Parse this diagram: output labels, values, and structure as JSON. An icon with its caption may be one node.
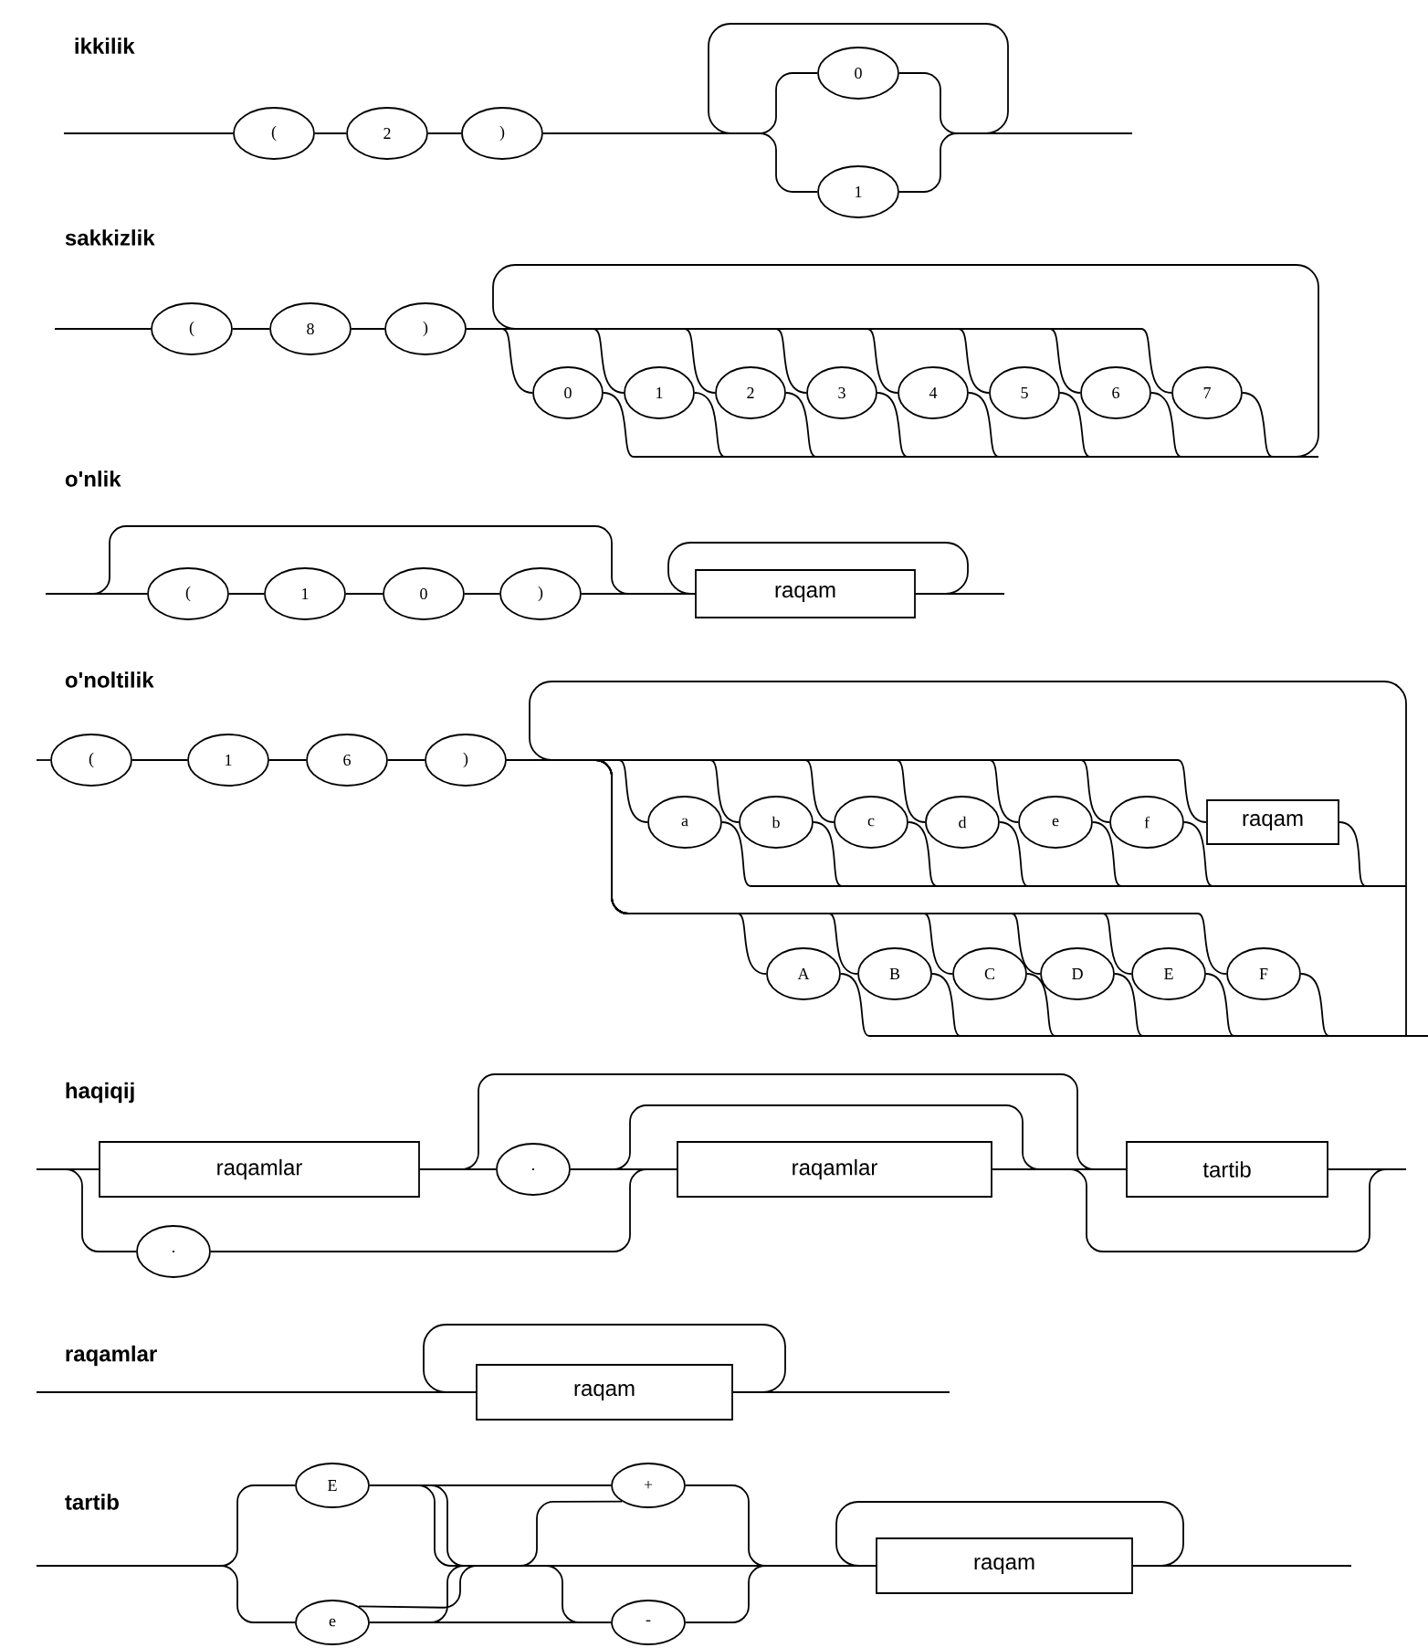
{
  "diagram": {
    "nodes": [
      {
        "text": [
          "("
        ]
      },
      {
        "text": [
          "2"
        ]
      },
      {
        "text": [
          ")"
        ]
      },
      {
        "text": [
          "0"
        ]
      },
      {
        "text": [
          "1"
        ]
      },
      {
        "text": [
          "("
        ]
      },
      {
        "text": [
          "8"
        ]
      },
      {
        "text": [
          ")"
        ]
      },
      {
        "text": [
          "0"
        ]
      },
      {
        "text": [
          "1"
        ]
      },
      {
        "text": [
          "2"
        ]
      },
      {
        "text": [
          "3"
        ]
      },
      {
        "text": [
          "4"
        ]
      },
      {
        "text": [
          "5"
        ]
      },
      {
        "text": [
          "6"
        ]
      },
      {
        "text": [
          "7"
        ]
      },
      {
        "text": [
          "("
        ]
      },
      {
        "text": [
          "1"
        ]
      },
      {
        "text": [
          "0"
        ]
      },
      {
        "text": [
          ")"
        ]
      },
      {
        "text": [
          "raqam"
        ]
      },
      {
        "text": [
          "("
        ]
      },
      {
        "text": [
          "1"
        ]
      },
      {
        "text": [
          "6"
        ]
      },
      {
        "text": [
          ")"
        ]
      },
      {
        "text": [
          "a"
        ]
      },
      {
        "text": [
          "b"
        ]
      },
      {
        "text": [
          "c"
        ]
      },
      {
        "text": [
          "d"
        ]
      },
      {
        "text": [
          "e"
        ]
      },
      {
        "text": [
          "f"
        ]
      },
      {
        "text": [
          "raqam"
        ]
      },
      {
        "text": [
          "A"
        ]
      },
      {
        "text": [
          "B"
        ]
      },
      {
        "text": [
          "C"
        ]
      },
      {
        "text": [
          "D"
        ]
      },
      {
        "text": [
          "E"
        ]
      },
      {
        "text": [
          "F"
        ]
      },
      {
        "text": [
          "raqamlar"
        ]
      },
      {
        "text": [
          "."
        ]
      },
      {
        "text": [
          "raqamlar"
        ]
      },
      {
        "text": [
          "tartib"
        ]
      },
      {
        "text": [
          "."
        ]
      },
      {
        "text": [
          "raqam"
        ]
      },
      {
        "text": [
          "E"
        ]
      },
      {
        "text": [
          "e"
        ]
      },
      {
        "text": [
          "+"
        ]
      },
      {
        "text": [
          "-"
        ]
      },
      {
        "text": [
          "raqam"
        ]
      }
    ],
    "edges": [
      {
        "from": null,
        "to": 0,
        "arrow": "none"
      },
      {
        "from": 0,
        "to": 1,
        "arrow": "none"
      },
      {
        "from": 1,
        "to": 2,
        "arrow": "none"
      },
      {
        "from": 2,
        "to": 3,
        "arrow": "none"
      },
      {
        "from": 2,
        "to": 4,
        "arrow": "none"
      },
      {
        "from": 3,
        "to": null,
        "arrow": "none"
      },
      {
        "from": 4,
        "to": null,
        "arrow": "none"
      },
      {
        "from": null,
        "to": 5,
        "arrow": "none"
      },
      {
        "from": 5,
        "to": 6,
        "arrow": "none"
      },
      {
        "from": 6,
        "to": 7,
        "arrow": "none"
      },
      {
        "from": 7,
        "to": 8,
        "arrow": "none"
      },
      {
        "from": 7,
        "to": 9,
        "arrow": "none"
      },
      {
        "from": 7,
        "to": 10,
        "arrow": "none"
      },
      {
        "from": 7,
        "to": 11,
        "arrow": "none"
      },
      {
        "from": 7,
        "to": 12,
        "arrow": "none"
      },
      {
        "from": 7,
        "to": 13,
        "arrow": "none"
      },
      {
        "from": 7,
        "to": 14,
        "arrow": "none"
      },
      {
        "from": 7,
        "to": 15,
        "arrow": "none"
      },
      {
        "from": 8,
        "to": null,
        "arrow": "none"
      },
      {
        "from": 9,
        "to": null,
        "arrow": "none"
      },
      {
        "from": 10,
        "to": null,
        "arrow": "none"
      },
      {
        "from": 11,
        "to": null,
        "arrow": "none"
      },
      {
        "from": 12,
        "to": null,
        "arrow": "none"
      },
      {
        "from": 13,
        "to": null,
        "arrow": "none"
      },
      {
        "from": 14,
        "to": null,
        "arrow": "none"
      },
      {
        "from": 15,
        "to": null,
        "arrow": "none"
      },
      {
        "from": null,
        "to": 16,
        "arrow": "none"
      },
      {
        "from": 16,
        "to": 17,
        "arrow": "none"
      },
      {
        "from": 17,
        "to": 18,
        "arrow": "none"
      },
      {
        "from": 18,
        "to": 19,
        "arrow": "none"
      },
      {
        "from": 19,
        "to": 20,
        "arrow": "none"
      },
      {
        "from": null,
        "to": 20,
        "arrow": "none"
      },
      {
        "from": 20,
        "to": null,
        "arrow": "none"
      },
      {
        "from": null,
        "to": 21,
        "arrow": "none"
      },
      {
        "from": 21,
        "to": 22,
        "arrow": "none"
      },
      {
        "from": 22,
        "to": 23,
        "arrow": "none"
      },
      {
        "from": 23,
        "to": 24,
        "arrow": "none"
      },
      {
        "from": 24,
        "to": 25,
        "arrow": "none"
      },
      {
        "from": 24,
        "to": 26,
        "arrow": "none"
      },
      {
        "from": 24,
        "to": 27,
        "arrow": "none"
      },
      {
        "from": 24,
        "to": 28,
        "arrow": "none"
      },
      {
        "from": 24,
        "to": 29,
        "arrow": "none"
      },
      {
        "from": 24,
        "to": 30,
        "arrow": "none"
      },
      {
        "from": 24,
        "to": 31,
        "arrow": "none"
      },
      {
        "from": 24,
        "to": 32,
        "arrow": "none"
      },
      {
        "from": 24,
        "to": 33,
        "arrow": "none"
      },
      {
        "from": 24,
        "to": 34,
        "arrow": "none"
      },
      {
        "from": 24,
        "to": 35,
        "arrow": "none"
      },
      {
        "from": 24,
        "to": 36,
        "arrow": "none"
      },
      {
        "from": 24,
        "to": 37,
        "arrow": "none"
      },
      {
        "from": 25,
        "to": null,
        "arrow": "none"
      },
      {
        "from": 26,
        "to": null,
        "arrow": "none"
      },
      {
        "from": 27,
        "to": null,
        "arrow": "none"
      },
      {
        "from": 28,
        "to": null,
        "arrow": "none"
      },
      {
        "from": 29,
        "to": null,
        "arrow": "none"
      },
      {
        "from": 30,
        "to": null,
        "arrow": "none"
      },
      {
        "from": 31,
        "to": null,
        "arrow": "none"
      },
      {
        "from": 32,
        "to": null,
        "arrow": "none"
      },
      {
        "from": 33,
        "to": null,
        "arrow": "none"
      },
      {
        "from": 34,
        "to": null,
        "arrow": "none"
      },
      {
        "from": 35,
        "to": null,
        "arrow": "none"
      },
      {
        "from": 36,
        "to": null,
        "arrow": "none"
      },
      {
        "from": 37,
        "to": null,
        "arrow": "none"
      },
      {
        "from": null,
        "to": 38,
        "arrow": "none"
      },
      {
        "from": null,
        "to": 42,
        "arrow": "none"
      },
      {
        "from": 38,
        "to": 39,
        "arrow": "none"
      },
      {
        "from": 38,
        "to": 41,
        "arrow": "none"
      },
      {
        "from": 39,
        "to": 40,
        "arrow": "none"
      },
      {
        "from": 39,
        "to": 41,
        "arrow": "none"
      },
      {
        "from": 42,
        "to": 40,
        "arrow": "none"
      },
      {
        "from": 40,
        "to": 41,
        "arrow": "none"
      },
      {
        "from": 41,
        "to": null,
        "arrow": "none"
      },
      {
        "from": 40,
        "to": null,
        "arrow": "none"
      },
      {
        "from": null,
        "to": 43,
        "arrow": "none"
      },
      {
        "from": 43,
        "to": null,
        "arrow": "none"
      },
      {
        "from": null,
        "to": 44,
        "arrow": "none"
      },
      {
        "from": null,
        "to": 45,
        "arrow": "none"
      },
      {
        "from": 44,
        "to": 46,
        "arrow": "none"
      },
      {
        "from": 44,
        "to": 47,
        "arrow": "none"
      },
      {
        "from": 45,
        "to": 46,
        "arrow": "none"
      },
      {
        "from": 45,
        "to": 47,
        "arrow": "none"
      },
      {
        "from": 44,
        "to": 48,
        "arrow": "none"
      },
      {
        "from": 45,
        "to": 48,
        "arrow": "none"
      },
      {
        "from": 46,
        "to": 48,
        "arrow": "none"
      },
      {
        "from": 47,
        "to": 48,
        "arrow": "none"
      },
      {
        "from": 48,
        "to": null,
        "arrow": "none"
      }
    ],
    "labels": [
      "ikkilik",
      "sakkizlik",
      "o'nlik",
      "o'noltilik",
      "haqiqij",
      "raqamlar",
      "tartib"
    ]
  }
}
